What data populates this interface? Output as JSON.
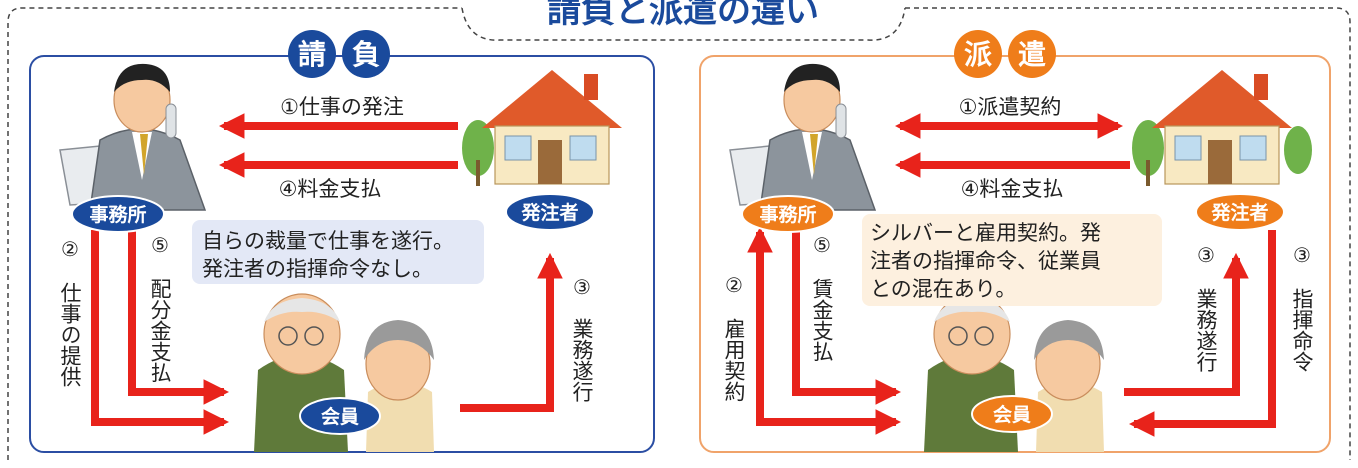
{
  "title": "請負と派遣の違い",
  "colors": {
    "blue": "#1a4a9c",
    "orange": "#ef7d1a",
    "red": "#e8231b",
    "panel_border_blue": "#2b4ea3",
    "panel_border_orange": "#f0a36a",
    "note_bg_blue": "#e3e8f6",
    "note_bg_orange": "#fdf0df"
  },
  "left_panel": {
    "heading_chars": [
      "請",
      "負"
    ],
    "arrow_order": "①仕事の発注",
    "arrow_payment": "④料金支払",
    "office_badge": "事務所",
    "client_badge": "発注者",
    "member_badge": "会員",
    "note_lines": [
      "自らの裁量で仕事を遂行。",
      "発注者の指揮命令なし。"
    ],
    "vertical_labels": {
      "provide_work": {
        "num": "②",
        "text": "仕事の提供"
      },
      "distribute_pay": {
        "num": "⑤",
        "text": "配分金支払"
      },
      "do_work": {
        "num": "③",
        "text": "業務遂行"
      }
    }
  },
  "right_panel": {
    "heading_chars": [
      "派",
      "遣"
    ],
    "arrow_dispatch": "①派遣契約",
    "arrow_payment": "④料金支払",
    "office_badge": "事務所",
    "client_badge": "発注者",
    "member_badge": "会員",
    "note_lines": [
      "シルバーと雇用契約。発",
      "注者の指揮命令、従業員",
      "との混在あり。"
    ],
    "vertical_labels": {
      "employment": {
        "num": "②",
        "text": "雇用契約"
      },
      "wages": {
        "num": "⑤",
        "text": "賃金支払"
      },
      "do_work": {
        "num": "③",
        "text": "業務遂行"
      },
      "command": {
        "num": "③",
        "text": "指揮命令"
      }
    }
  }
}
